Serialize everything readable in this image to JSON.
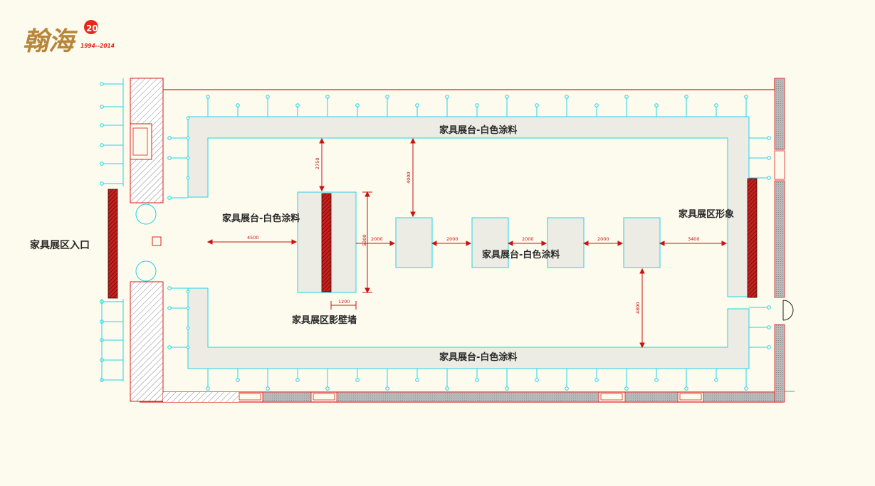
{
  "logo": {
    "name": "翰海",
    "badge": "20",
    "years": "1994--2014"
  },
  "labels": {
    "entrance": "家具展区入口",
    "top_display": "家具展台-白色涂料",
    "bottom_display": "家具展台-白色涂料",
    "screen_display": "家具展台-白色涂料",
    "center_display": "家具展台-白色涂料",
    "screen_wall": "家具展区影壁墙",
    "image_wall": "家具展区形象"
  },
  "dimensions": {
    "d2750": "2750",
    "d4000": "4000",
    "d4500": "4500",
    "d5300": "5300",
    "d2000a": "2000",
    "d2000b": "2000",
    "d2000c": "2000",
    "d2000d": "2000",
    "d3400": "3400",
    "d1200": "1200",
    "d4800": "4800"
  },
  "colors": {
    "background": "#fdfbee",
    "wall_outline": "#e01e1e",
    "cyan_outline": "#22d3e6",
    "panel_fill": "#ecece4",
    "hatch_red": "#c8201c",
    "dimension": "#cc1111",
    "logo_gold": "#b8863a",
    "logo_red": "#e4281c"
  }
}
